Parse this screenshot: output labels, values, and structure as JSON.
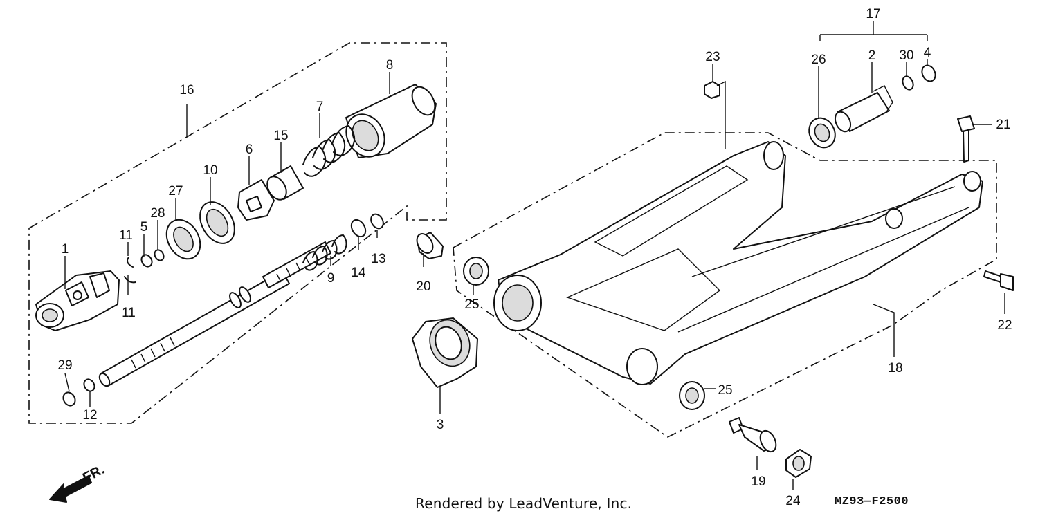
{
  "credit": "Rendered by LeadVenture, Inc.",
  "diagram_code": "MZ93—F2500",
  "direction_label": "FR.",
  "callouts": {
    "c1": "1",
    "c2": "2",
    "c3": "3",
    "c4": "4",
    "c5": "5",
    "c6": "6",
    "c7": "7",
    "c8": "8",
    "c9": "9",
    "c10": "10",
    "c11a": "11",
    "c11b": "11",
    "c12": "12",
    "c13": "13",
    "c14": "14",
    "c15": "15",
    "c16": "16",
    "c17": "17",
    "c18": "18",
    "c19": "19",
    "c20": "20",
    "c21": "21",
    "c22": "22",
    "c23": "23",
    "c24": "24",
    "c25a": "25",
    "c25b": "25",
    "c26": "26",
    "c27": "27",
    "c28": "28",
    "c29": "29",
    "c30": "30"
  }
}
